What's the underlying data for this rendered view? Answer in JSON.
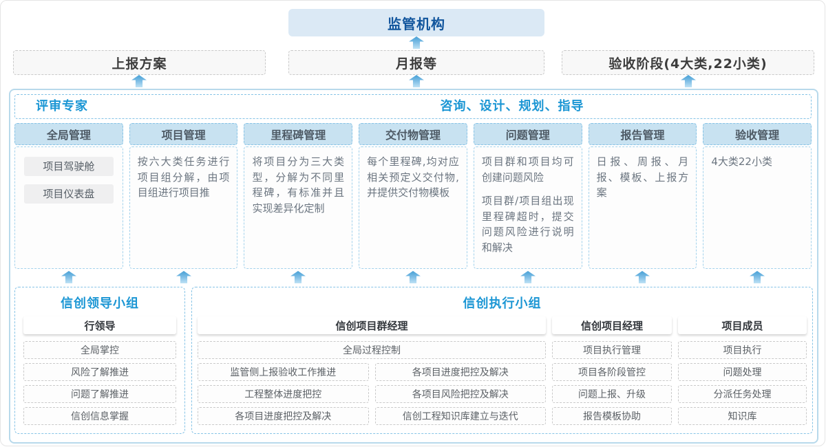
{
  "colors": {
    "accent_blue": "#1b96d4",
    "dark_blue": "#11559d",
    "regulator_bg": "#dbe9f5",
    "column_header_bg": "#c8e2f1",
    "blue_dashed_border": "#85c3e6",
    "grey_dashed_border": "#c9c9c9",
    "arrow_blue": "#46a0d6"
  },
  "top": {
    "regulator_label": "监管机构",
    "reports": [
      {
        "label": "上报方案"
      },
      {
        "label": "月报等"
      },
      {
        "label": "验收阶段(4大类,22小类)"
      }
    ]
  },
  "platform": {
    "experts_label": "评审专家",
    "services_label": "咨询、设计、规划、指导",
    "columns": [
      {
        "title": "全局管理",
        "pills": [
          "项目驾驶舱",
          "项目仪表盘"
        ]
      },
      {
        "title": "项目管理",
        "paragraphs": [
          "按六大类任务进行项目组分解，由项目组进行项目推"
        ]
      },
      {
        "title": "里程碑管理",
        "paragraphs": [
          "将项目分为三大类型，分解为不同里程碑，有标准并且实现差异化定制"
        ]
      },
      {
        "title": "交付物管理",
        "paragraphs": [
          "每个里程碑,均对应相关预定义交付物,并提供交付物模板"
        ]
      },
      {
        "title": "问题管理",
        "paragraphs": [
          "项目群和项目均可创建问题风险",
          "项目群/项目组出现里程碑超时，提交问题风险进行说明和解决"
        ]
      },
      {
        "title": "报告管理",
        "paragraphs": [
          "日报、周报、月报、模板、上报方案"
        ]
      },
      {
        "title": "验收管理",
        "paragraphs": [
          "4大类22小类"
        ]
      }
    ]
  },
  "groups": {
    "leadership": {
      "title": "信创领导小组",
      "role": "行领导",
      "items": [
        "全局掌控",
        "风险了解推进",
        "问题了解推进",
        "信创信息掌握"
      ]
    },
    "execution": {
      "title": "信创执行小组",
      "program_manager": {
        "role": "信创项目群经理",
        "full_item": "全局过程控制",
        "left_items": [
          "监管侧上报验收工作推进",
          "工程整体进度把控",
          "各项目进度把控及解决"
        ],
        "right_items": [
          "各项目进度把控及解决",
          "各项目风险把控及解决",
          "信创工程知识库建立与迭代"
        ]
      },
      "project_manager": {
        "role": "信创项目经理",
        "items": [
          "项目执行管理",
          "项目各阶段管控",
          "问题上报、升级",
          "报告模板协助"
        ]
      },
      "member": {
        "role": "项目成员",
        "items": [
          "项目执行",
          "问题处理",
          "分派任务处理",
          "知识库"
        ]
      }
    }
  }
}
